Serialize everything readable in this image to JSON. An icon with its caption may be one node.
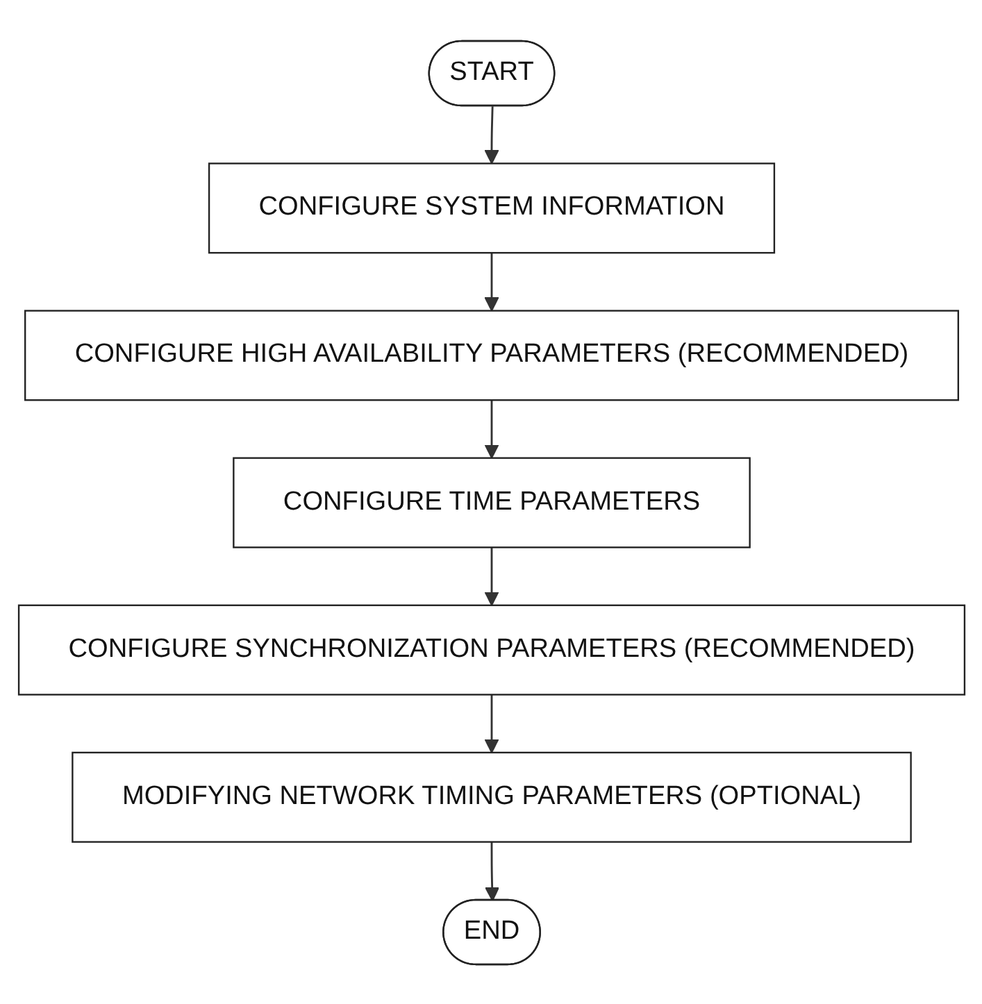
{
  "diagram": {
    "nodes": [
      {
        "text": [
          "START"
        ]
      },
      {
        "text": [
          "CONFIGURE SYSTEM INFORMATION"
        ]
      },
      {
        "text": [
          "CONFIGURE HIGH AVAILABILITY PARAMETERS (RECOMMENDED)"
        ]
      },
      {
        "text": [
          "CONFIGURE TIME PARAMETERS"
        ]
      },
      {
        "text": [
          "CONFIGURE SYNCHRONIZATION PARAMETERS (RECOMMENDED)"
        ]
      },
      {
        "text": [
          "MODIFYING NETWORK TIMING PARAMETERS (OPTIONAL)"
        ]
      },
      {
        "text": [
          "END"
        ]
      }
    ],
    "edges": [
      {
        "from": 0,
        "to": 1,
        "arrow": "to"
      },
      {
        "from": 1,
        "to": 2,
        "arrow": "to"
      },
      {
        "from": 2,
        "to": 3,
        "arrow": "to"
      },
      {
        "from": 3,
        "to": 4,
        "arrow": "to"
      },
      {
        "from": 4,
        "to": 5,
        "arrow": "to"
      },
      {
        "from": 5,
        "to": 6,
        "arrow": "to"
      }
    ]
  }
}
